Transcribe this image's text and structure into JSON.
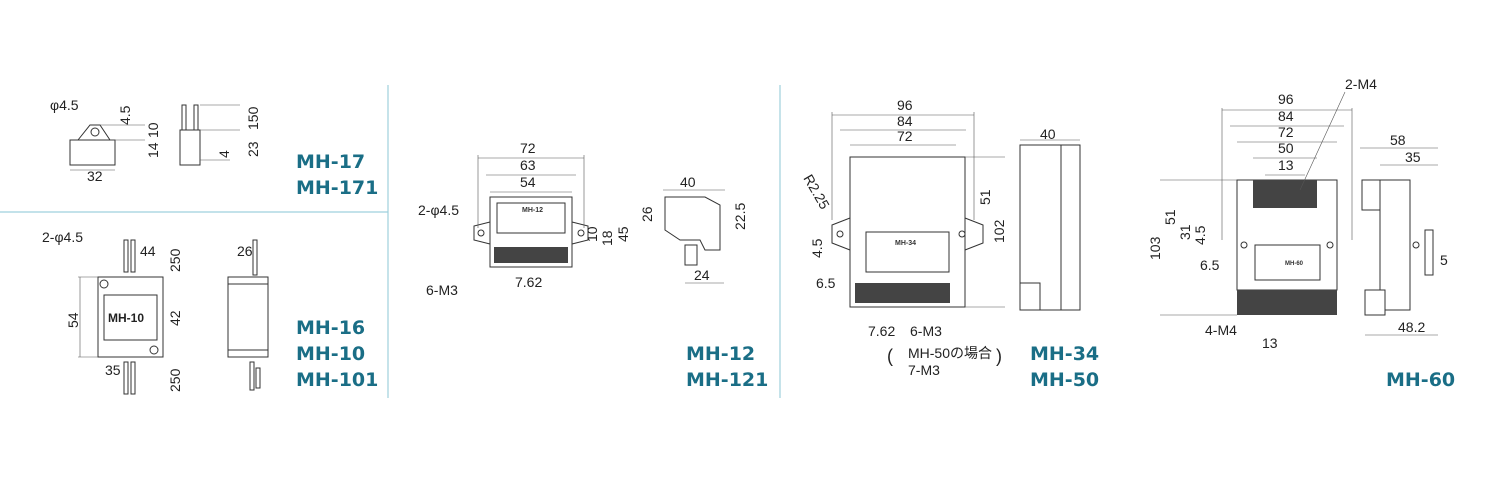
{
  "panels": {
    "mh17": {
      "models": [
        "MH-17",
        "MH-171"
      ],
      "dims": [
        "φ4.5",
        "4.5",
        "14",
        "10",
        "32",
        "150",
        "23",
        "4"
      ]
    },
    "mh10": {
      "models": [
        "MH-16",
        "MH-10",
        "MH-101"
      ],
      "face_label": "MH-10",
      "dims": [
        "2-φ4.5",
        "44",
        "250",
        "54",
        "42",
        "35",
        "250",
        "26"
      ]
    },
    "mh12": {
      "models": [
        "MH-12",
        "MH-121"
      ],
      "face_label": "MH-12",
      "dims": [
        "72",
        "63",
        "54",
        "2-φ4.5",
        "10",
        "18",
        "45",
        "6-M3",
        "7.62",
        "40",
        "26",
        "22.5",
        "24"
      ]
    },
    "mh34": {
      "models": [
        "MH-34",
        "MH-50"
      ],
      "face_label": "MH-34",
      "dims": [
        "96",
        "84",
        "72",
        "R2.25",
        "4.5",
        "6.5",
        "51",
        "102",
        "7.62",
        "6-M3",
        "40"
      ],
      "note_line1": "MH-50の場合",
      "note_line2": "7-M3"
    },
    "mh60": {
      "models": [
        "MH-60"
      ],
      "face_label": "MH-60",
      "dims": [
        "96",
        "84",
        "72",
        "50",
        "13",
        "2-M4",
        "51",
        "31",
        "4.5",
        "103",
        "6.5",
        "4-M4",
        "13",
        "58",
        "35",
        "5",
        "48.2"
      ]
    }
  },
  "colors": {
    "model": "#1a6e86",
    "divider": "#9fd0dd"
  }
}
